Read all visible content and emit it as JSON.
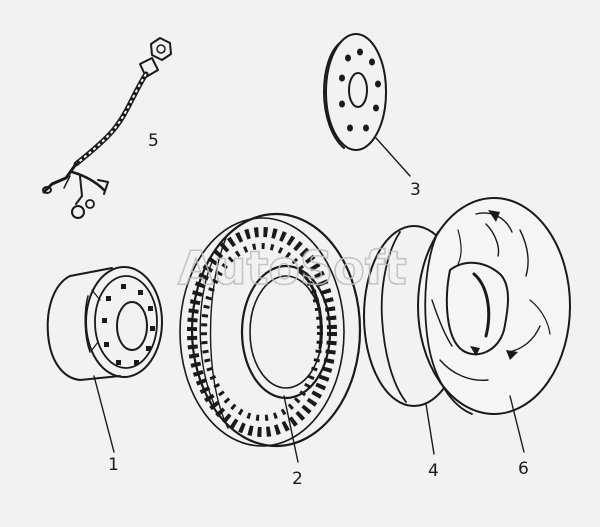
{
  "watermark": "AutoSoft",
  "parts": [
    {
      "id": "1",
      "icon": "wheel-rim-icon"
    },
    {
      "id": "2",
      "icon": "tire-icon"
    },
    {
      "id": "3",
      "icon": "wheel-disc-icon"
    },
    {
      "id": "4",
      "icon": "rim-flap-icon"
    },
    {
      "id": "5",
      "icon": "valve-hose-icon"
    },
    {
      "id": "6",
      "icon": "inner-tube-icon"
    }
  ],
  "colors": {
    "ink": "#1a1a1a",
    "background": "#f2f2f0",
    "watermark": "#bdbdbd"
  }
}
